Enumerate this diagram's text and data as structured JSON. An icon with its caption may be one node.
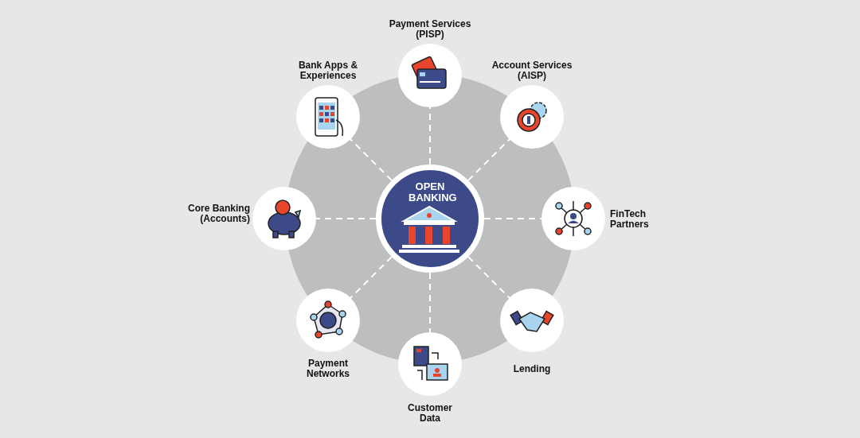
{
  "diagram": {
    "nodes": [
      {
        "text": [
          "OPEN BANKING"
        ]
      },
      {
        "text": [],
        "shape": "circle",
        "beside": [
          "Payment Services (PISP)"
        ]
      },
      {
        "text": [],
        "shape": "circle",
        "beside": [
          "Account Services (AISP)"
        ]
      },
      {
        "text": [],
        "shape": "circle",
        "beside": [
          "FinTech Partners"
        ]
      },
      {
        "text": [],
        "shape": "circle",
        "beside": [
          "Lending"
        ]
      },
      {
        "text": [],
        "shape": "circle",
        "beside": [
          "Customer Data"
        ]
      },
      {
        "text": [],
        "shape": "circle",
        "beside": [
          "Payment Networks"
        ]
      },
      {
        "text": [],
        "shape": "circle",
        "beside": [
          "Core Banking (Accounts)"
        ]
      },
      {
        "text": [],
        "shape": "circle",
        "beside": [
          "Bank Apps & Experiences"
        ]
      }
    ],
    "edges": [
      {
        "from": 0,
        "to": 1,
        "arrow": "none",
        "style": "dashed"
      },
      {
        "from": 0,
        "to": 2,
        "arrow": "none",
        "style": "dashed"
      },
      {
        "from": 0,
        "to": 3,
        "arrow": "none",
        "style": "dashed"
      },
      {
        "from": 0,
        "to": 4,
        "arrow": "none",
        "style": "dashed"
      },
      {
        "from": 0,
        "to": 5,
        "arrow": "none",
        "style": "dashed"
      },
      {
        "from": 0,
        "to": 6,
        "arrow": "none",
        "style": "dashed"
      },
      {
        "from": 0,
        "to": 7,
        "arrow": "none",
        "style": "dashed"
      },
      {
        "from": 0,
        "to": 8,
        "arrow": "none",
        "style": "dashed"
      }
    ]
  }
}
